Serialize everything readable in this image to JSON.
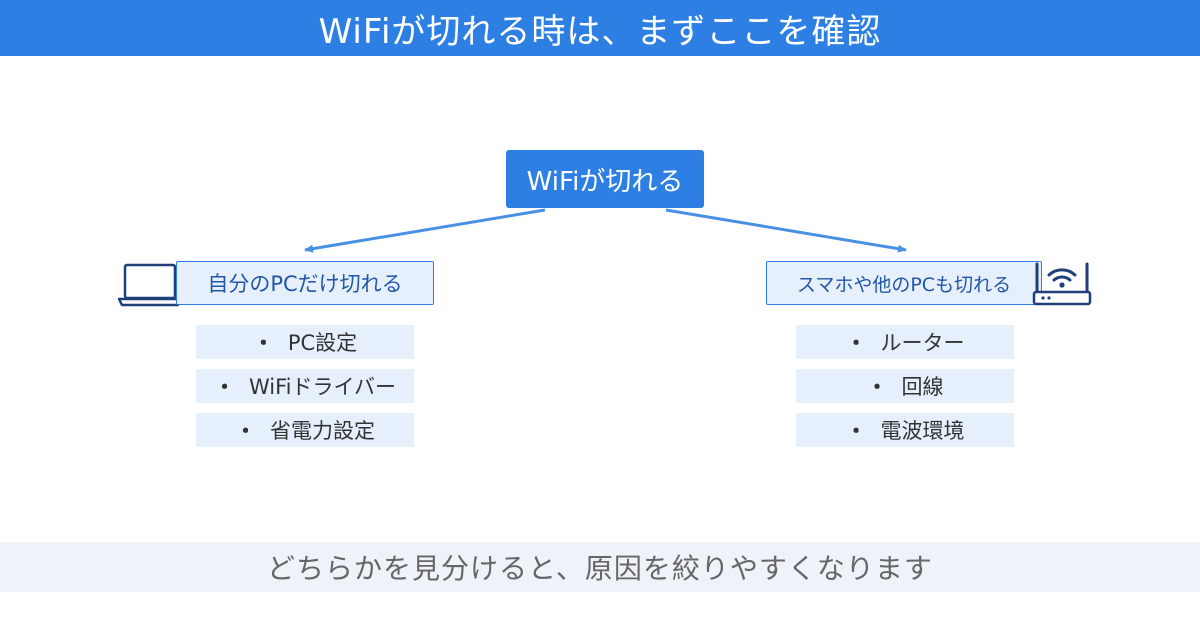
{
  "header": {
    "title": "WiFiが切れる時は、まずここを確認"
  },
  "root": {
    "label": "WiFiが切れる"
  },
  "left_branch": {
    "label": "自分のPCだけ切れる",
    "icon": "laptop-icon",
    "items": [
      {
        "bullet": "・",
        "label": "PC設定"
      },
      {
        "bullet": "・",
        "label": "WiFiドライバー"
      },
      {
        "bullet": "・",
        "label": "省電力設定"
      }
    ]
  },
  "right_branch": {
    "label": "スマホや他のPCも切れる",
    "icon": "wifi-router-icon",
    "items": [
      {
        "bullet": "・",
        "label": "ルーター"
      },
      {
        "bullet": "・",
        "label": "回線"
      },
      {
        "bullet": "・",
        "label": "電波環境"
      }
    ]
  },
  "footer": {
    "text": "どちらかを見分けると、原因を絞りやすくなります"
  },
  "colors": {
    "accent": "#2e7fe4",
    "light": "#e6f0fc",
    "branch_text": "#2257a8",
    "footer_bg": "#eef3fa"
  }
}
